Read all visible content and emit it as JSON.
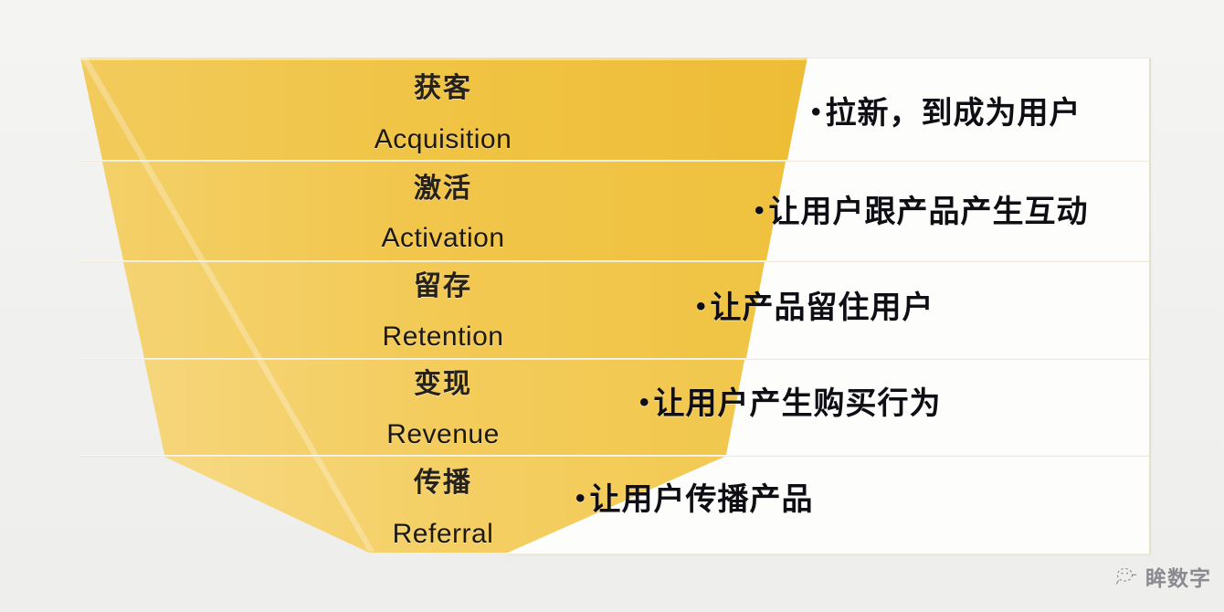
{
  "diagram": {
    "type": "funnel",
    "model": "AARRR",
    "background_color": "#f1f1ef",
    "funnel_color": "#f0c445",
    "panel_color": "#fdfdfb",
    "stages": [
      {
        "cn": "获客",
        "en": "Acquisition",
        "bullet": "拉新，到成为用户",
        "bullet_marker": "•"
      },
      {
        "cn": "激活",
        "en": "Activation",
        "bullet": "让用户跟产品产生互动",
        "bullet_marker": "•"
      },
      {
        "cn": "留存",
        "en": "Retention",
        "bullet": "让产品留住用户",
        "bullet_marker": "•"
      },
      {
        "cn": "变现",
        "en": "Revenue",
        "bullet": "让用户产生购买行为",
        "bullet_marker": "•"
      },
      {
        "cn": "传播",
        "en": "Referral",
        "bullet": "让用户传播产品",
        "bullet_marker": "•"
      }
    ]
  },
  "watermark": {
    "text": "眸数字",
    "icon": "wechat-icon"
  }
}
